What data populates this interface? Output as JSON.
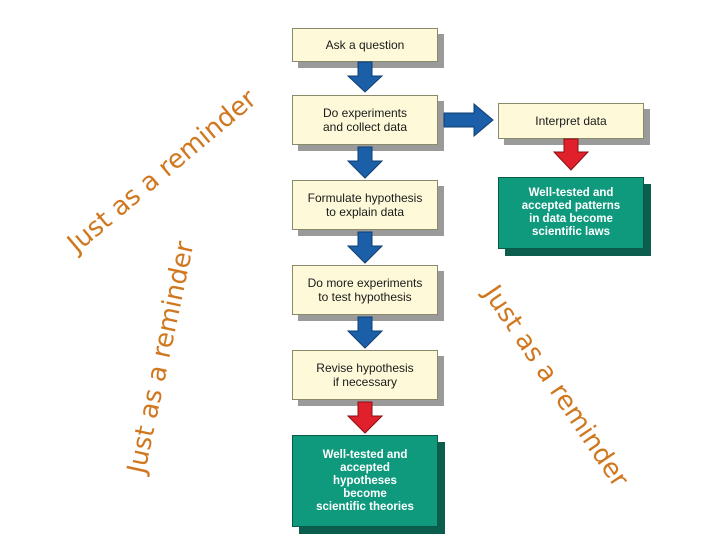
{
  "boxes": {
    "ask": "Ask a question",
    "experiments": "Do experiments\nand collect data",
    "interpret": "Interpret data",
    "laws": "Well-tested and\naccepted patterns\nin data become\nscientific laws",
    "formulate": "Formulate hypothesis\nto explain data",
    "more_experiments": "Do more experiments\nto test hypothesis",
    "revise": "Revise hypothesis\nif necessary",
    "theories": "Well-tested and\naccepted\nhypotheses\nbecome\nscientific theories"
  },
  "watermark": {
    "text": "Just as a reminder",
    "color": "#d07820"
  },
  "colors": {
    "blue_arrow": "#1b5fa8",
    "red_arrow": "#e0202a",
    "teal_box": "#0f9a7e",
    "beige_box": "#fdf9d9"
  }
}
